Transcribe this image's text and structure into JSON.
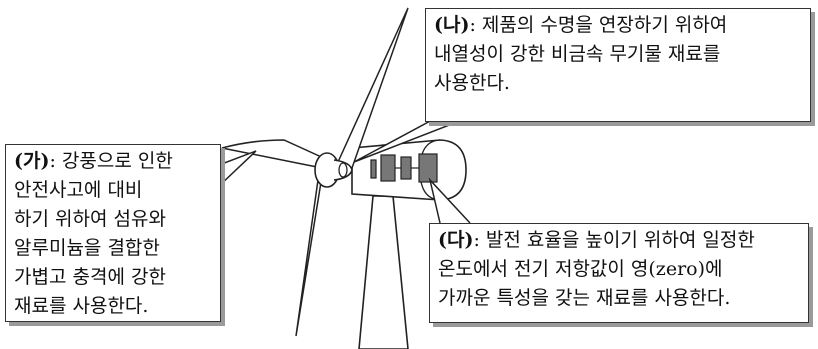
{
  "callouts": {
    "na": {
      "tag": "(나)",
      "lines": [
        "제품의 수명을 연장하기 위하여",
        "내열성이 강한 비금속 무기물 재료를",
        "사용한다."
      ]
    },
    "ga": {
      "tag": "(가)",
      "lines": [
        "강풍으로 인한",
        "안전사고에 대비",
        "하기 위하여 섬유와",
        "알루미늄을 결합한",
        "가볍고 충격에 강한",
        "재료를 사용한다."
      ]
    },
    "da": {
      "tag": "(다)",
      "lines": [
        "발전 효율을 높이기 위하여 일정한",
        "온도에서 전기 저항값이 영(zero)에",
        "가까운 특성을 갖는 재료를 사용한다."
      ]
    }
  },
  "colors": {
    "line": "#222222",
    "fill": "#ffffff",
    "shadow": "#9a9a9a"
  }
}
